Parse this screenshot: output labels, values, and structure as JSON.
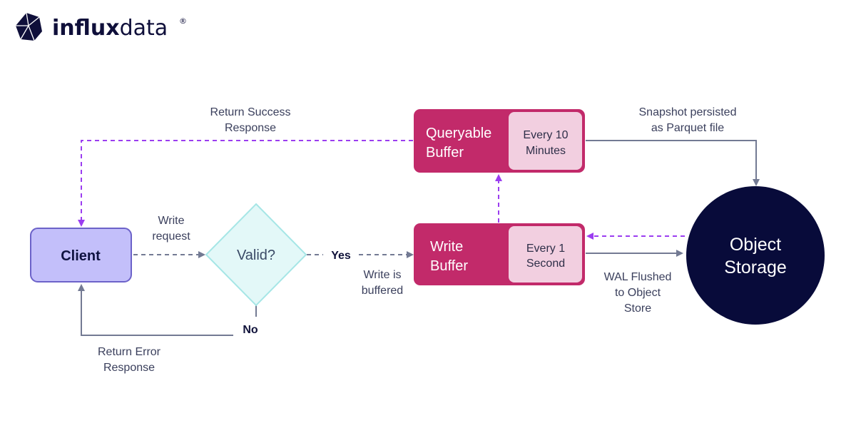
{
  "brand": {
    "name_bold": "influx",
    "name_light": "data",
    "registered": "®"
  },
  "nodes": {
    "client": "Client",
    "valid": "Valid?",
    "write_buffer": [
      "Write",
      "Buffer"
    ],
    "write_interval": [
      "Every 1",
      "Second"
    ],
    "queryable_buffer": [
      "Queryable",
      "Buffer"
    ],
    "queryable_interval": [
      "Every 10",
      "Minutes"
    ],
    "object_storage": [
      "Object",
      "Storage"
    ]
  },
  "edges": {
    "write_request": [
      "Write",
      "request"
    ],
    "yes": "Yes",
    "no": "No",
    "write_buffered": [
      "Write is",
      "buffered"
    ],
    "return_success": [
      "Return Success",
      "Response"
    ],
    "return_error": [
      "Return Error",
      "Response"
    ],
    "snapshot_persisted": [
      "Snapshot persisted",
      "as Parquet file"
    ],
    "wal_flushed": [
      "WAL Flushed",
      "to Object",
      "Store"
    ]
  },
  "colors": {
    "client_fill": "#c3bffa",
    "client_stroke": "#6c62c9",
    "valid_fill": "#e3f8f8",
    "valid_stroke": "#a6e6e6",
    "buffer_fill": "#c22a6a",
    "buffer_inner_fill": "#f2cfe0",
    "storage_fill": "#080b3a",
    "connector_gray": "#737a93",
    "connector_purple": "#9b3df0"
  }
}
